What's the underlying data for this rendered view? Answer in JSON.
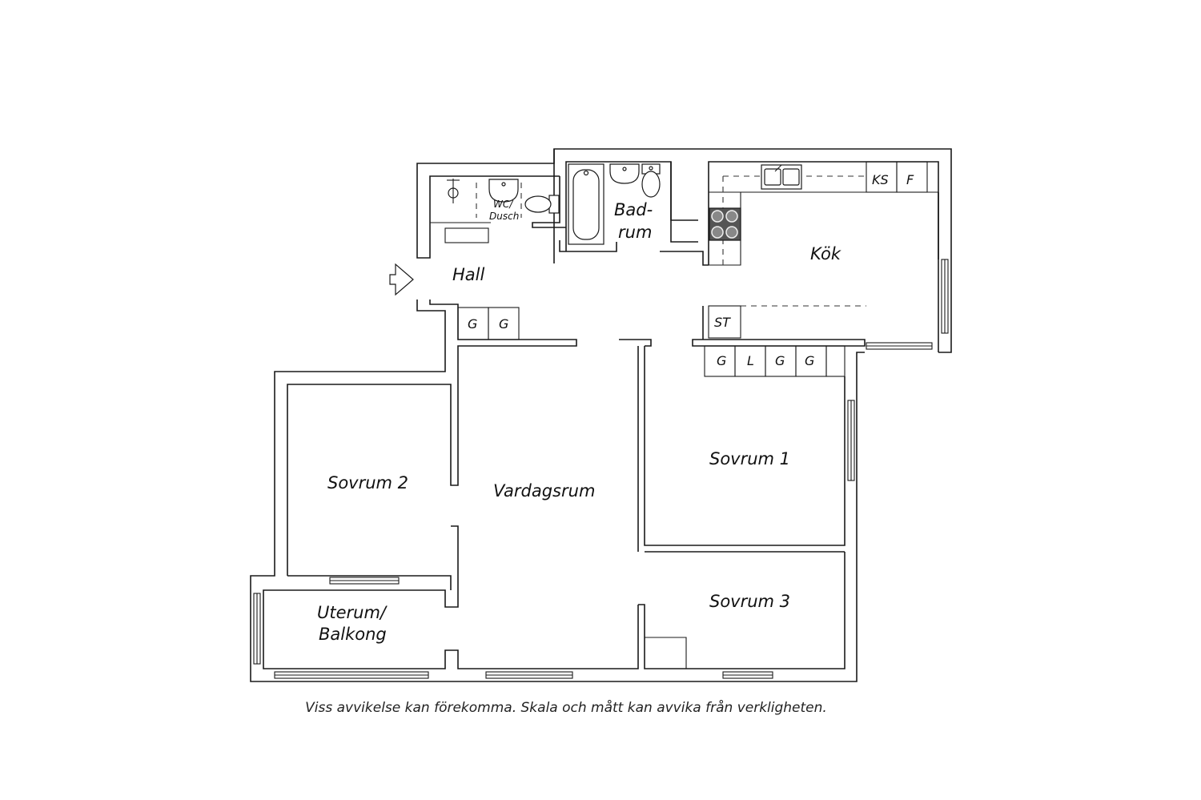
{
  "rooms": {
    "hall": "Hall",
    "badrum_line1": "Bad-",
    "badrum_line2": "rum",
    "wc_line1": "WC/",
    "wc_line2": "Dusch",
    "kok": "Kök",
    "sovrum1": "Sovrum 1",
    "sovrum2": "Sovrum 2",
    "sovrum3": "Sovrum 3",
    "vardagsrum": "Vardagsrum",
    "uterum_line1": "Uterum/",
    "uterum_line2": "Balkong"
  },
  "storage": {
    "hall_closets": [
      "G",
      "G"
    ],
    "kitchen_st": "ST",
    "bedroom_closets": [
      "G",
      "L",
      "G",
      "G"
    ],
    "ks": "KS",
    "f": "F"
  },
  "disclaimer": "Viss avvikelse kan förekomma. Skala och mått kan avvika från verkligheten.",
  "colors": {
    "line": "#1a1a1a",
    "background": "#ffffff"
  }
}
